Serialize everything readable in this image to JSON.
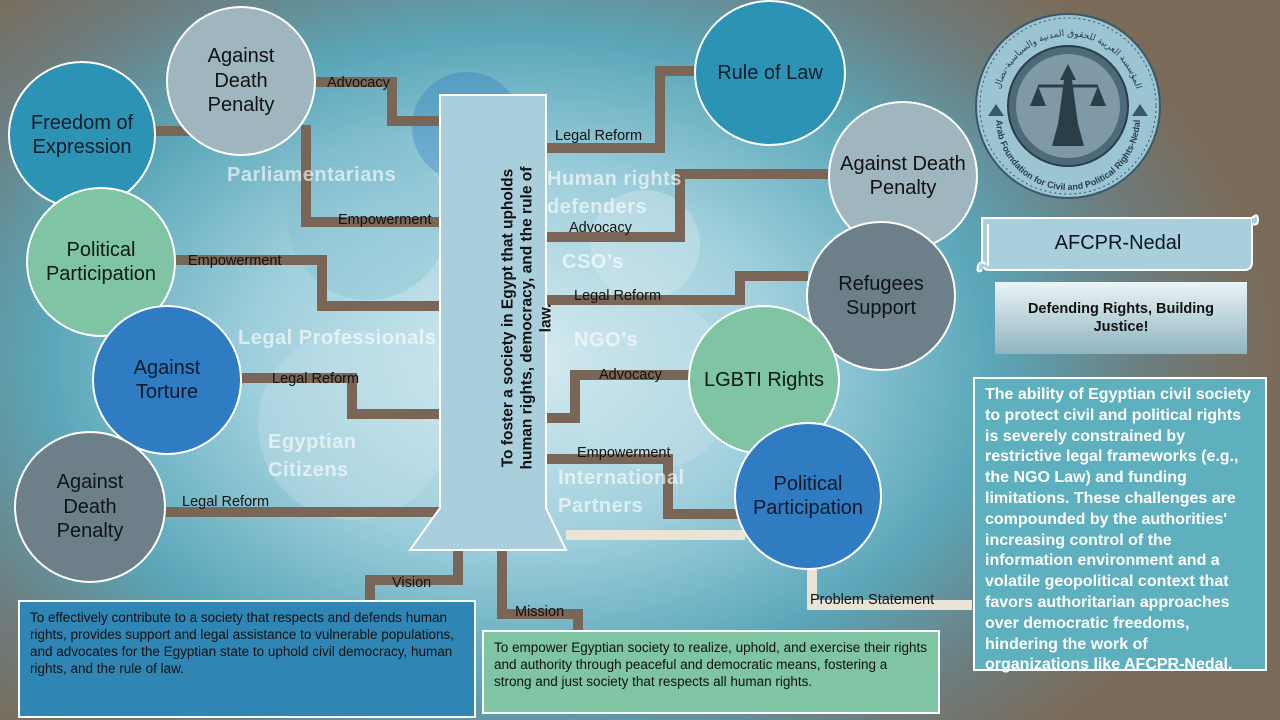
{
  "mission_pillar": {
    "text": "To foster a society in Egypt that upholds human rights, democracy, and the rule of law."
  },
  "left_nodes": {
    "freedom_of_expression": "Freedom of Expression",
    "against_death_penalty_top": "Against Death Penalty",
    "political_participation": "Political Participation",
    "against_torture": "Against Torture",
    "against_death_penalty_bottom": "Against Death Penalty"
  },
  "right_nodes": {
    "rule_of_law": "Rule of Law",
    "against_death_penalty": "Against Death Penalty",
    "refugees_support": "Refugees Support",
    "lgbti_rights": "LGBTI Rights",
    "political_participation": "Political Participation"
  },
  "connectors": {
    "advocacy_top": "Advocacy",
    "empowerment_top": "Empowerment",
    "empowerment_left": "Empowerment",
    "legal_reform_torture": "Legal Reform",
    "legal_reform_bottom": "Legal Reform",
    "legal_reform_rule": "Legal Reform",
    "advocacy_right": "Advocacy",
    "legal_reform_refugees": "Legal Reform",
    "advocacy_lgbti": "Advocacy",
    "empowerment_right": "Empowerment",
    "vision": "Vision",
    "mission": "Mission",
    "problem_statement": "Problem Statement"
  },
  "stakeholders": {
    "parliamentarians": "Parliamentarians",
    "legal_professionals": "Legal Professionals",
    "egyptian_citizens": "Egyptian Citizens",
    "human_rights_defenders": "Human rights defenders",
    "csos": "CSO’s",
    "ngos": "NGO’s",
    "international_partners": "International Partners"
  },
  "org": {
    "banner_name": "AFCPR-Nedal",
    "tagline": "Defending Rights, Building Justice!",
    "logo_text": "Arab Foundation for Civil and Political Rights-Nedal",
    "logo_arabic": "المؤسسة العربية للحقوق المدنية والسياسية-نضال"
  },
  "vision_box": {
    "text": "To effectively contribute to a society that respects and defends human rights, provides support and legal assistance to vulnerable populations, and advocates for the Egyptian state to uphold civil democracy, human rights, and the rule of law."
  },
  "mission_box": {
    "text": "To empower Egyptian society to realize, uphold, and exercise their rights and authority through peaceful and democratic means, fostering a strong and just society that respects all human rights."
  },
  "problem_box": {
    "text": "The ability of Egyptian civil society to protect civil and political rights is severely constrained by restrictive legal frameworks (e.g., the NGO Law) and funding limitations. These challenges are compounded by the authorities' increasing control of the information environment and a volatile geopolitical context that favors authoritarian approaches over democratic freedoms, hindering the work of organizations like AFCPR-Nedal."
  },
  "colors": {
    "connector": "#7a6656",
    "teal": "#2d93b5",
    "grey": "#9fb6bf",
    "green": "#7fc4a3",
    "blue": "#2f7cc3",
    "dark": "#6d7f88"
  }
}
